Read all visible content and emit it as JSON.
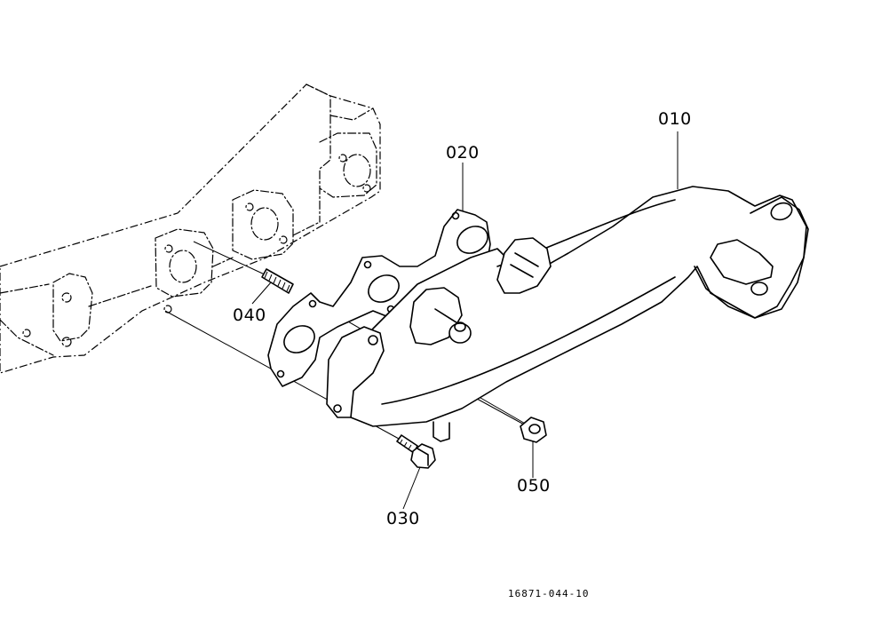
{
  "diagram": {
    "drawing_code": "16871-044-10",
    "parts": [
      {
        "ref": "010"
      },
      {
        "ref": "020"
      },
      {
        "ref": "030"
      },
      {
        "ref": "040"
      },
      {
        "ref": "050"
      }
    ]
  }
}
